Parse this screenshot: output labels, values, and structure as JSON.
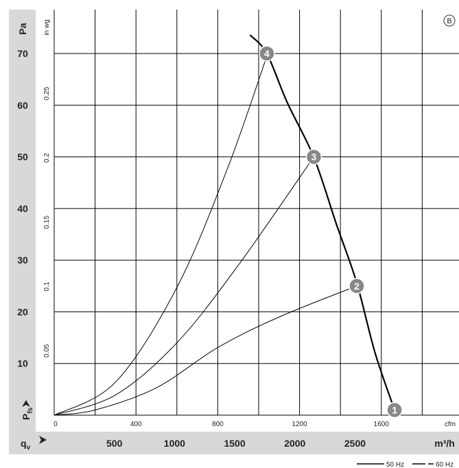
{
  "chart_data": {
    "type": "line",
    "badge": "B",
    "left_axis": {
      "unit": "Pa",
      "ticks": [
        10,
        20,
        30,
        40,
        50,
        60,
        70
      ],
      "range": [
        0,
        78.5
      ],
      "label_main": "P",
      "label_sub": "fs"
    },
    "inner_axis": {
      "unit": "in wg",
      "ticks": [
        "0.05",
        "0.1",
        "0.15",
        "0.2",
        "0.25"
      ],
      "tick_values": [
        12.45,
        24.9,
        37.35,
        49.8,
        62.25
      ]
    },
    "top_x_axis": {
      "unit": "cfm",
      "ticks": [
        "0",
        "400",
        "800",
        "1200",
        "1600"
      ],
      "tick_values": [
        0,
        400,
        800,
        1200,
        1600
      ]
    },
    "bottom_x_axis": {
      "unit": "m³/h",
      "ticks": [
        500,
        1000,
        1500,
        2000,
        2500
      ],
      "label_main": "q",
      "label_sub": "v",
      "range_cfm": [
        0,
        1980
      ]
    },
    "series": [
      {
        "kind": "fan-curve-50hz",
        "style": "solid-thick",
        "points": [
          [
            960,
            73.5
          ],
          [
            1040,
            70.0
          ],
          [
            1140,
            60.5
          ],
          [
            1270,
            49.9
          ],
          [
            1380,
            37.0
          ],
          [
            1480,
            25.6
          ],
          [
            1570,
            12.0
          ],
          [
            1665,
            1.0
          ]
        ]
      },
      {
        "kind": "system-curve-2",
        "style": "thin",
        "points": [
          [
            0,
            0
          ],
          [
            200,
            1.0
          ],
          [
            500,
            5.3
          ],
          [
            800,
            13.1
          ],
          [
            1100,
            19.0
          ],
          [
            1480,
            25.0
          ]
        ]
      },
      {
        "kind": "system-curve-3",
        "style": "thin",
        "points": [
          [
            0,
            0
          ],
          [
            300,
            3.9
          ],
          [
            600,
            14.0
          ],
          [
            900,
            29.0
          ],
          [
            1270,
            50.0
          ]
        ]
      },
      {
        "kind": "system-curve-4",
        "style": "thin",
        "points": [
          [
            0,
            0
          ],
          [
            300,
            6.4
          ],
          [
            600,
            24.7
          ],
          [
            850,
            48.0
          ],
          [
            1040,
            69.5
          ]
        ]
      }
    ],
    "operating_points": [
      {
        "label": "1",
        "x": 1665,
        "y": 1.0
      },
      {
        "label": "2",
        "x": 1480,
        "y": 25.0
      },
      {
        "label": "3",
        "x": 1270,
        "y": 50.0
      },
      {
        "label": "4",
        "x": 1040,
        "y": 70.0
      }
    ],
    "legend": {
      "placement": "bottom-right",
      "items": [
        "50 Hz",
        "60 Hz"
      ]
    },
    "grid": true,
    "colors": {
      "axis_band": "#d8d8d8",
      "marker_fill": "#888888",
      "curve": "#000000",
      "grid": "#000000"
    }
  }
}
